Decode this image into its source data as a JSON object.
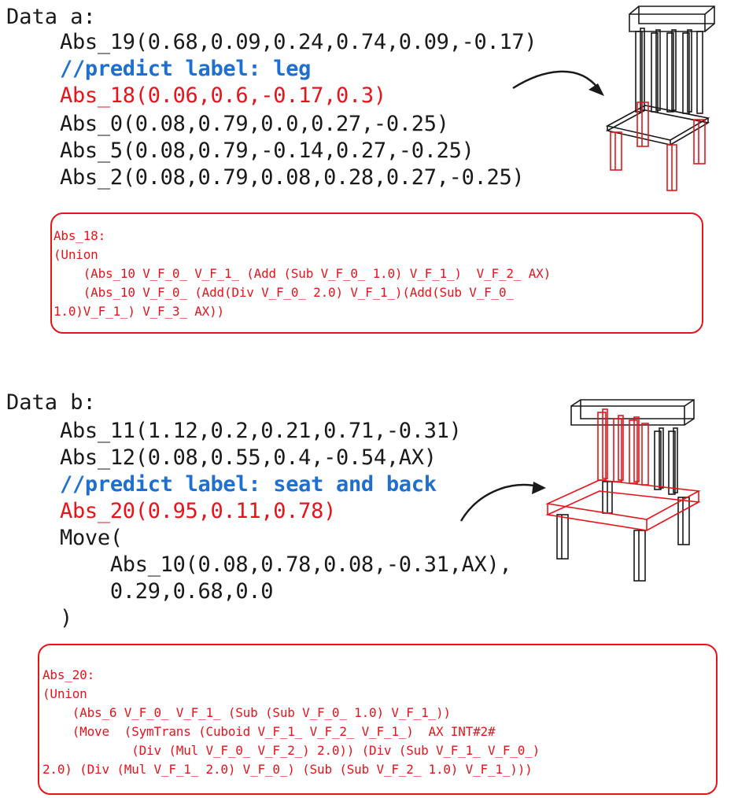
{
  "data_a": {
    "title": "Data a:",
    "lines": [
      "Abs_19(0.68,0.09,0.24,0.74,0.09,-0.17)",
      "//predict label: leg",
      "Abs_18(0.06,0.6,-0.17,0.3)",
      "Abs_0(0.08,0.79,0.0,0.27,-0.25)",
      "Abs_5(0.08,0.79,-0.14,0.27,-0.25)",
      "Abs_2(0.08,0.79,0.08,0.28,0.27,-0.25)"
    ],
    "box_lines": [
      "Abs_18:",
      "(Union",
      "    (Abs_10 V_F_0_ V_F_1_ (Add (Sub V_F_0_ 1.0) V_F_1_)  V_F_2_ AX)",
      "    (Abs_10 V_F_0_ (Add(Div V_F_0_ 2.0) V_F_1_)(Add(Sub V_F_0_",
      "1.0)V_F_1_) V_F_3_ AX))"
    ]
  },
  "data_b": {
    "title": "Data b:",
    "lines": [
      "Abs_11(1.12,0.2,0.21,0.71,-0.31)",
      "Abs_12(0.08,0.55,0.4,-0.54,AX)",
      "//predict label: seat and back",
      "Abs_20(0.95,0.11,0.78)",
      "Move(",
      "    Abs_10(0.08,0.78,0.08,-0.31,AX),",
      "    0.29,0.68,0.0",
      ")"
    ],
    "box_lines": [
      "Abs_20:",
      "(Union",
      "    (Abs_6 V_F_0_ V_F_1_ (Sub (Sub V_F_0_ 1.0) V_F_1_))",
      "    (Move  (SymTrans (Cuboid V_F_1_ V_F_2_ V_F_1_)  AX INT#2#",
      "            (Div (Mul V_F_0_ V_F_2_) 2.0)) (Div (Sub V_F_1_ V_F_0_)",
      "2.0) (Div (Mul V_F_1_ 2.0) V_F_0_) (Sub (Sub V_F_2_ 1.0) V_F_1_)))"
    ]
  },
  "colors": {
    "text": "#1a1a1a",
    "comment": "#1f6fd0",
    "highlight": "#e8141b"
  }
}
